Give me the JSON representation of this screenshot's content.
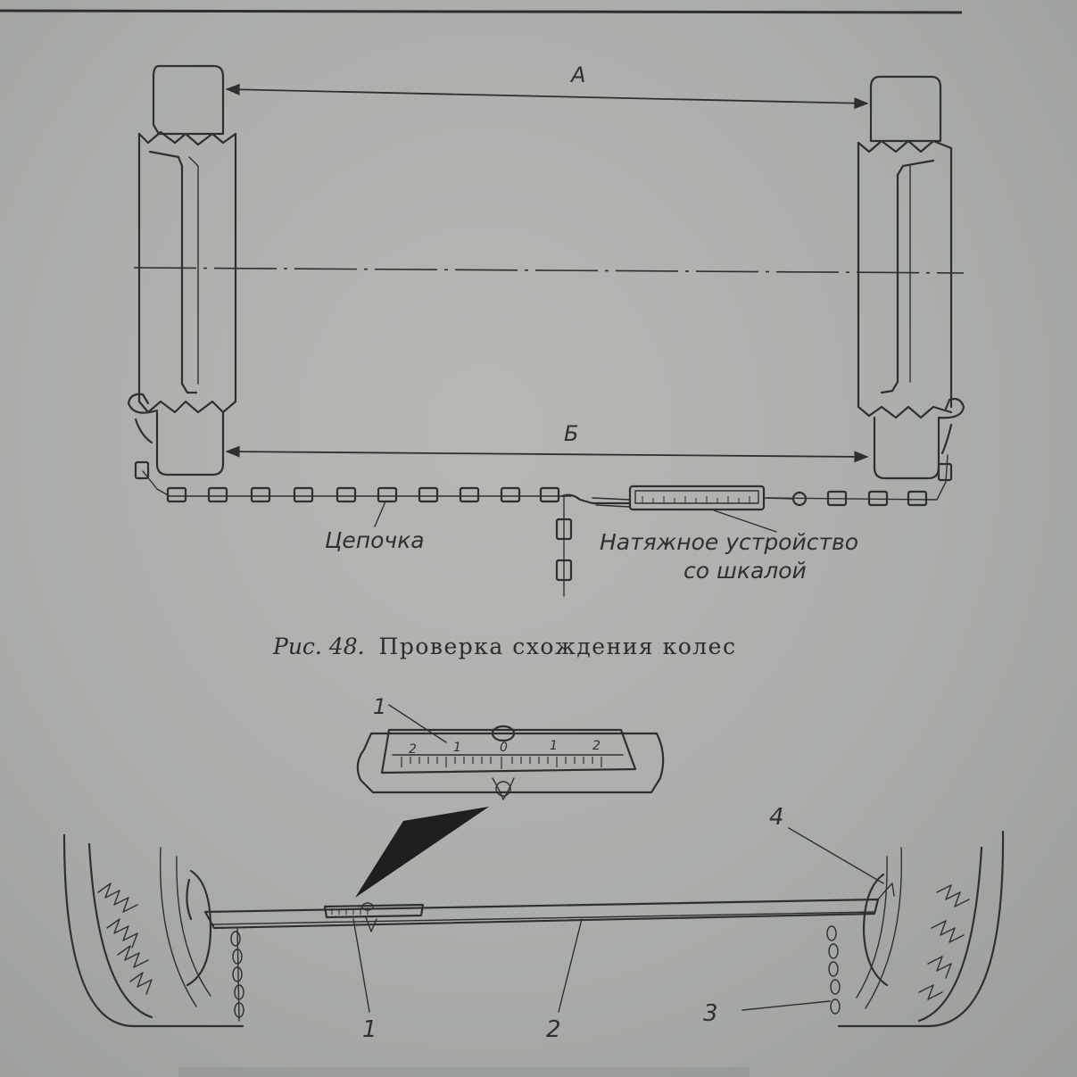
{
  "figure48": {
    "label_a": "А",
    "label_b": "Б",
    "label_chain": "Цепочка",
    "label_tensioner_line1": "Натяжное устройство",
    "label_tensioner_line2": "со шкалой",
    "caption_prefix": "Рис. 48.",
    "caption_text": "Проверка схождения колес"
  },
  "figure49": {
    "scale_numbers": [
      "2",
      "1",
      "0",
      "1",
      "2"
    ],
    "callout_1_top": "1",
    "callout_1_bottom": "1",
    "callout_2": "2",
    "callout_3": "3",
    "callout_4": "4"
  }
}
